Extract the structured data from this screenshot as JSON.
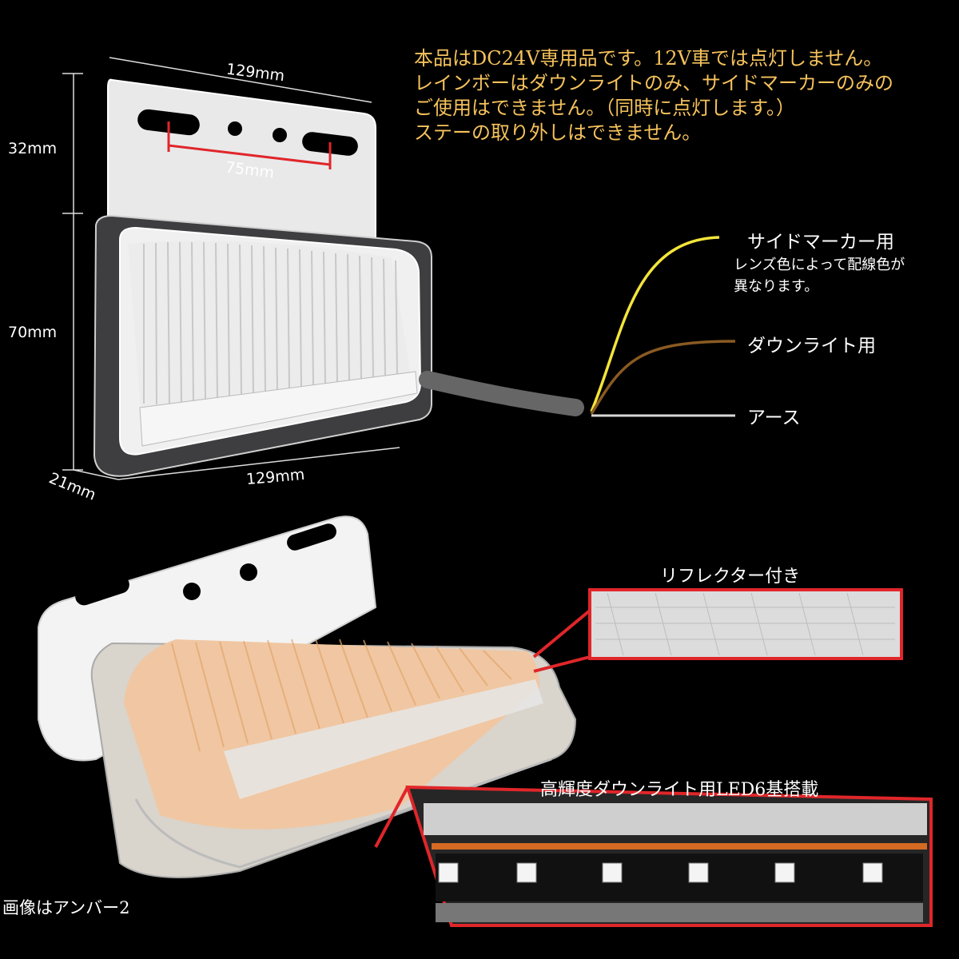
{
  "notice": {
    "lines": [
      "本品はDC24V専用品です。12V車では点灯しません。",
      "レインボーはダウンライトのみ、サイドマーカーのみの",
      "ご使用はできません。（同時に点灯します。）",
      "ステーの取り外しはできません。"
    ],
    "color": "#f6c25c"
  },
  "dimensions": {
    "top_width": "129mm",
    "hole_span": "75mm",
    "stay_height": "32mm",
    "body_height": "70mm",
    "depth": "21mm",
    "bottom_width": "129mm"
  },
  "wiring": {
    "side_marker": "サイドマーカー用",
    "side_marker_note_1": "レンズ色によって配線色が",
    "side_marker_note_2": "異なります。",
    "downlight": "ダウンライト用",
    "ground": "アース",
    "colors": {
      "side_marker": "#f3e53a",
      "downlight": "#8a5a22",
      "ground": "#d8d8d8",
      "cable": "#555555"
    }
  },
  "callouts": {
    "reflector": "リフレクター付き",
    "led": "高輝度ダウンライト用LED6基搭載",
    "accent": "#e0262a"
  },
  "caption": "画像はアンバー2"
}
